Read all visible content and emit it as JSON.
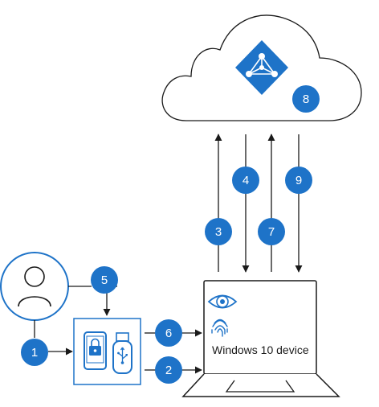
{
  "diagram": {
    "device_label": "Windows 10 device",
    "badges": [
      "1",
      "2",
      "3",
      "4",
      "5",
      "6",
      "7",
      "8",
      "9"
    ],
    "icons": {
      "cloud": "cloud-icon",
      "directory": "azure-ad-pyramid-icon",
      "user": "user-icon",
      "phone": "phone-icon",
      "usb_key": "usb-security-key-icon",
      "eye": "eye-icon",
      "fingerprint": "fingerprint-icon",
      "laptop": "laptop-icon"
    },
    "colors": {
      "accent": "#1e73c8",
      "badge_text": "#ffffff",
      "line": "#1a1a1a",
      "outline": "#1a1a1a"
    }
  }
}
